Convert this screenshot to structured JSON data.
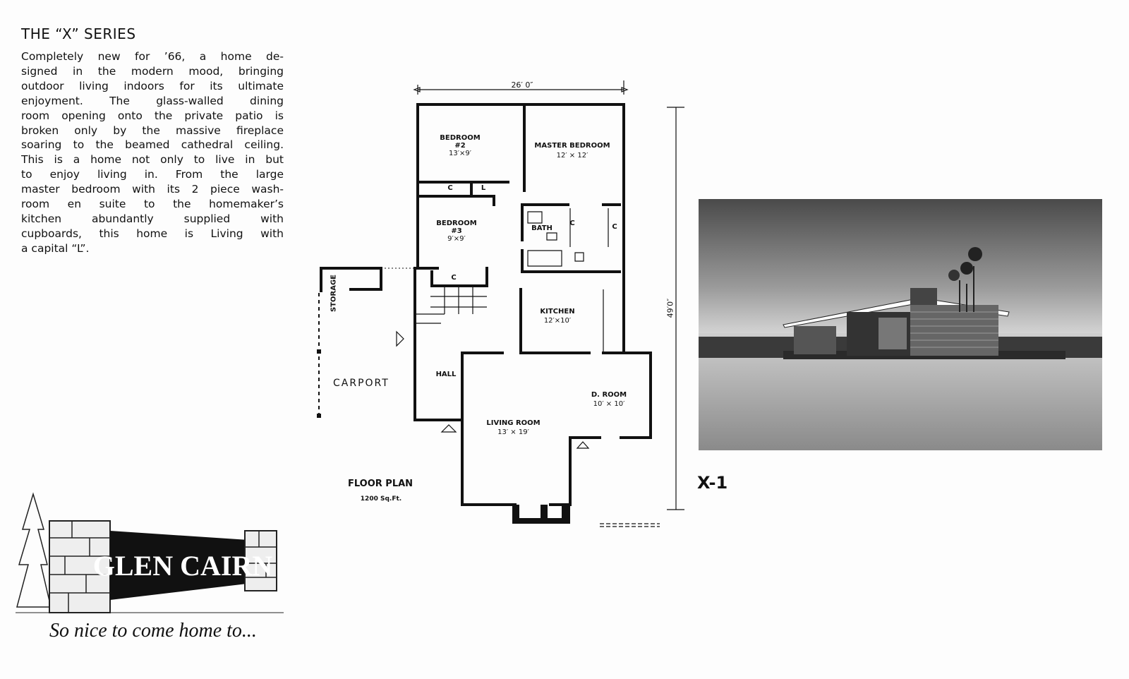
{
  "header": {
    "title": "THE “X” SERIES"
  },
  "description": {
    "lines": [
      "Completely new for ’66, a home de-",
      "signed in the modern mood, bringing",
      "outdoor living indoors for its ultimate",
      "enjoyment. The glass-walled dining",
      "room opening onto the private patio is",
      "broken only by the massive fireplace",
      "soaring to the beamed cathedral ceiling.",
      "This is a home not only to live in but",
      "to enjoy living in. From the large",
      "master bedroom with its 2 piece wash-",
      "room en suite to the homemaker’s",
      "kitchen abundantly supplied with",
      "cupboards, this home is Living with",
      "a capital “L”."
    ]
  },
  "floor_plan": {
    "title": "FLOOR PLAN",
    "area": "1200 Sq.Ft.",
    "width_dim": "26′ 0″",
    "depth_dim": "49′0″",
    "rooms": {
      "bedroom2": {
        "name": "BEDROOM",
        "num": "#2",
        "size": "13′×9′"
      },
      "master": {
        "name": "MASTER BEDROOM",
        "size": "12′ × 12′"
      },
      "bedroom3": {
        "name": "BEDROOM",
        "num": "#3",
        "size": "9′×9′"
      },
      "bath": {
        "name": "BATH"
      },
      "kitchen": {
        "name": "KITCHEN",
        "size": "12′×10′"
      },
      "dining": {
        "name": "D. ROOM",
        "size": "10′ × 10′"
      },
      "living": {
        "name": "LIVING ROOM",
        "size": "13′ × 19′"
      },
      "hall": {
        "name": "HALL"
      },
      "storage": {
        "name": "STORAGE"
      },
      "carport": {
        "name": "CARPORT"
      },
      "closet": "C",
      "linen": "L"
    }
  },
  "model": {
    "label": "X-1"
  },
  "logo": {
    "text": "GLEN CAIRN"
  },
  "tagline": "So nice to come home to..."
}
